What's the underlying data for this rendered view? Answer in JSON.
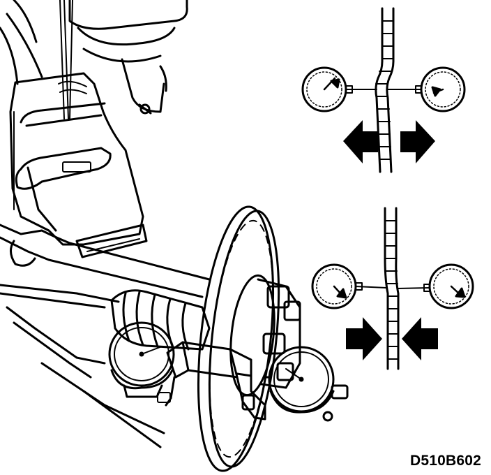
{
  "figure": {
    "code": "D510B602",
    "panels": [
      {
        "id": "warped-disc",
        "arrows": "outward"
      },
      {
        "id": "thickness-variation",
        "arrows": "inward"
      }
    ]
  },
  "colors": {
    "ink": "#000000",
    "paper": "#ffffff"
  },
  "icons": [
    "dial-gauge-icon",
    "brake-disc-icon",
    "caliper-icon",
    "arrow-icon"
  ]
}
